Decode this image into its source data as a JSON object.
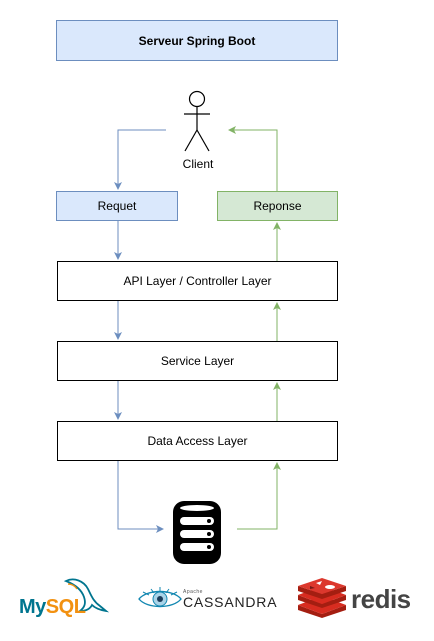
{
  "title": "Serveur Spring Boot",
  "actor_label": "Client",
  "request_label": "Requet",
  "response_label": "Reponse",
  "layers": {
    "api": "API Layer / Controller Layer",
    "service": "Service Layer",
    "data_access": "Data Access Layer"
  },
  "logos": {
    "mysql_my": "My",
    "mysql_sql": "SQL",
    "cassandra_small": "Apache",
    "cassandra": "CASSANDRA",
    "redis": "redis"
  },
  "colors": {
    "request_flow": "#6c8ebf",
    "response_flow": "#82b366",
    "title_fill": "#dae8fc",
    "response_fill": "#d5e8d4"
  },
  "icons": [
    "stick-figure-icon",
    "database-icon",
    "mysql-dolphin-icon",
    "cassandra-eye-icon",
    "redis-cube-icon"
  ]
}
